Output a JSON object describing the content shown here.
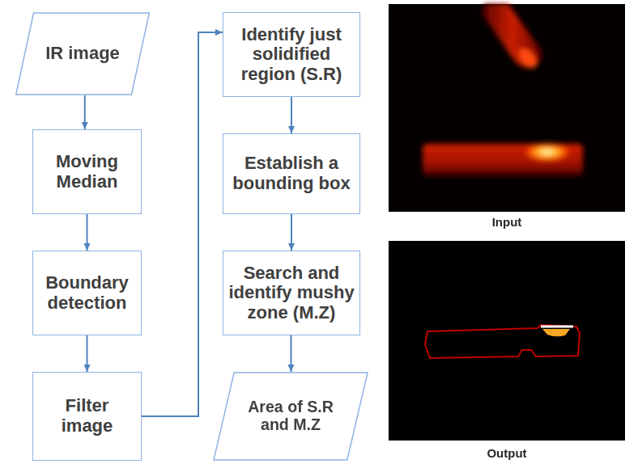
{
  "diagram": {
    "nodes": [
      {
        "text": [
          "IR image"
        ]
      },
      {
        "text": [
          "Moving Median"
        ]
      },
      {
        "text": [
          "Boundary detection"
        ]
      },
      {
        "text": [
          "Filter image"
        ]
      },
      {
        "text": [
          "Identify just solidified region (S.R)"
        ]
      },
      {
        "text": [
          "Establish a bounding box"
        ]
      },
      {
        "text": [
          "Search and identify mushy zone (M.Z)"
        ]
      },
      {
        "text": [
          "Area of S.R and M.Z"
        ]
      }
    ],
    "edges": [
      {
        "from": 0,
        "to": 1,
        "arrow": "to"
      },
      {
        "from": 1,
        "to": 2,
        "arrow": "to"
      },
      {
        "from": 2,
        "to": 3,
        "arrow": "to"
      },
      {
        "from": 3,
        "to": 4,
        "arrow": "to"
      },
      {
        "from": 4,
        "to": 5,
        "arrow": "to"
      },
      {
        "from": 5,
        "to": 6,
        "arrow": "to"
      },
      {
        "from": 6,
        "to": 7,
        "arrow": "to"
      }
    ],
    "labels": [
      "Input",
      "Output"
    ]
  }
}
